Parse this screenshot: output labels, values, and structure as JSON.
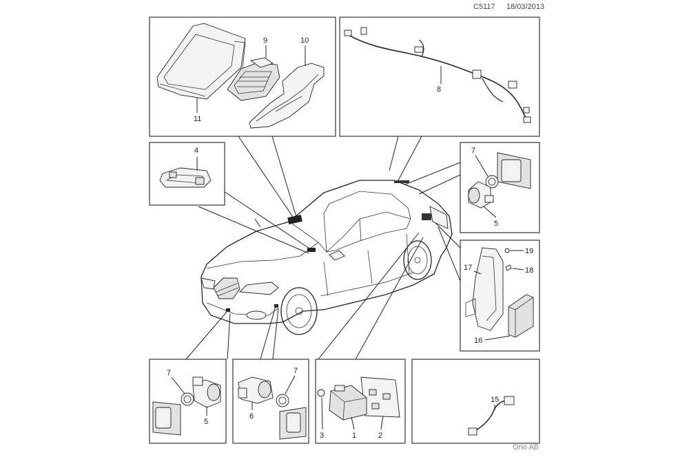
{
  "header": {
    "code": "C5117",
    "date": "18/03/2013"
  },
  "footer": {
    "brand": "Orio AB"
  },
  "callouts": {
    "p1": "1",
    "p2": "2",
    "p3": "3",
    "p4": "4",
    "p5a": "5",
    "p5b": "5",
    "p6": "6",
    "p7a": "7",
    "p7b": "7",
    "p7c": "7",
    "p8": "8",
    "p9": "9",
    "p10": "10",
    "p11": "11",
    "p15": "15",
    "p16": "16",
    "p17": "17",
    "p18": "18",
    "p19": "19"
  }
}
